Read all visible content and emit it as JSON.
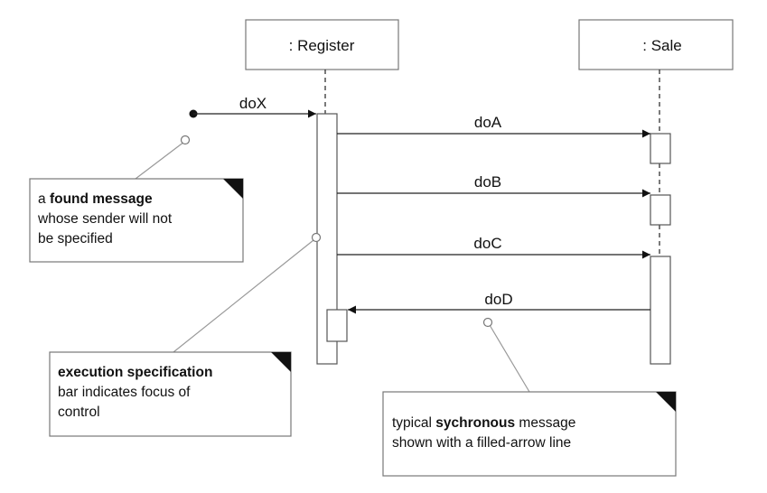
{
  "lifelines": {
    "register": {
      "label": ": Register"
    },
    "sale": {
      "label": ": Sale"
    }
  },
  "messages": {
    "doX": "doX",
    "doA": "doA",
    "doB": "doB",
    "doC": "doC",
    "doD": "doD"
  },
  "notes": {
    "found": {
      "pre": "a ",
      "bold": "found message",
      "line2": "whose sender will not",
      "line3": "be specified"
    },
    "execution": {
      "bold": "execution specification",
      "line2": "bar indicates focus of",
      "line3": "control"
    },
    "sync": {
      "pre": "typical ",
      "bold": "sychronous",
      "post": " message",
      "line2": "shown with a filled-arrow line"
    }
  }
}
